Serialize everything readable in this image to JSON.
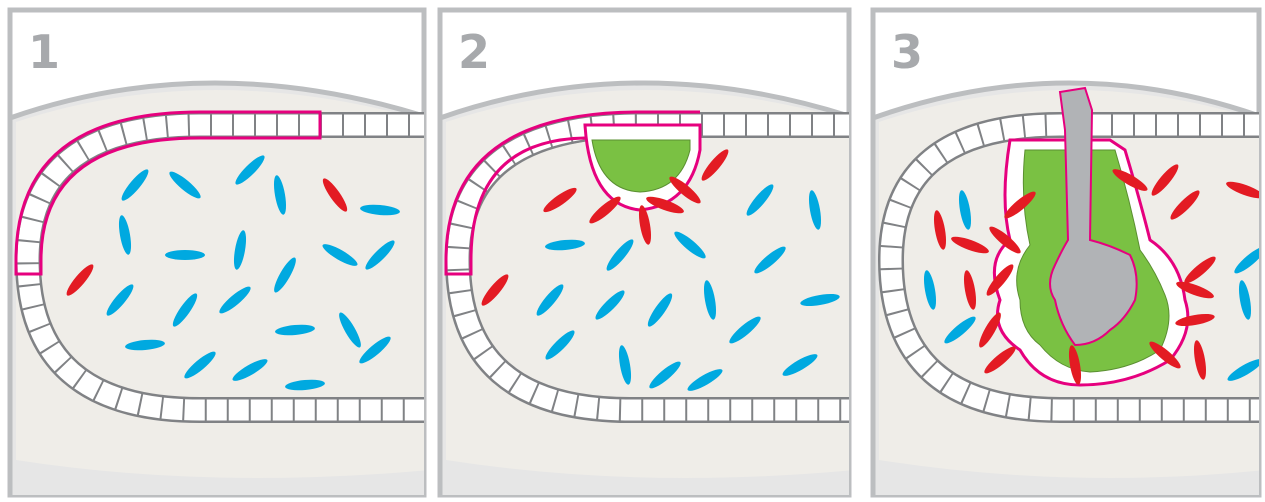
{
  "panels": [
    {
      "label": "1"
    },
    {
      "label": "2"
    },
    {
      "label": "3"
    }
  ],
  "colors": {
    "frame": "#bcbec0",
    "outer_tissue": "#e6e6e6",
    "lumen": "#efede8",
    "cell_border": "#808285",
    "highlight_border": "#e6007e",
    "blue_cells": "#00a9e0",
    "red_cells": "#e31b23",
    "green_cells": "#7ac143",
    "gray_mass": "#b1b3b6"
  }
}
